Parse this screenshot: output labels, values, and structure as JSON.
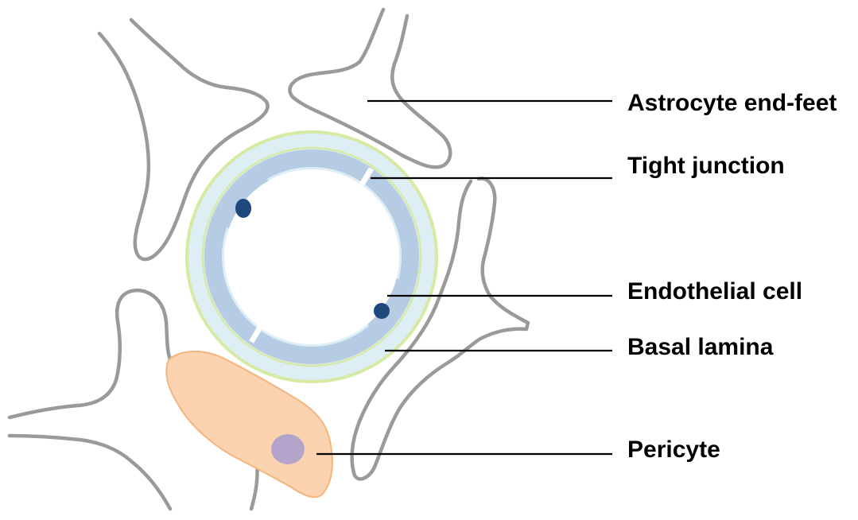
{
  "labels": {
    "astrocyte": "Astrocyte end-feet",
    "tight_junction": "Tight junction",
    "endothelial": "Endothelial cell",
    "basal_lamina": "Basal lamina",
    "pericyte": "Pericyte"
  },
  "colors": {
    "astrocyte_outline": "#9a9a9a",
    "basal_lamina_fill": "#ddeef4",
    "basal_lamina_edge": "#d6eaa4",
    "endothelial_fill": "#b6cce4",
    "nucleus": "#1f497d",
    "pericyte_fill": "#fbd3b0",
    "pericyte_edge": "#f4b47d",
    "pericyte_nucleus": "#b4a4cc",
    "lumen": "#ffffff"
  }
}
